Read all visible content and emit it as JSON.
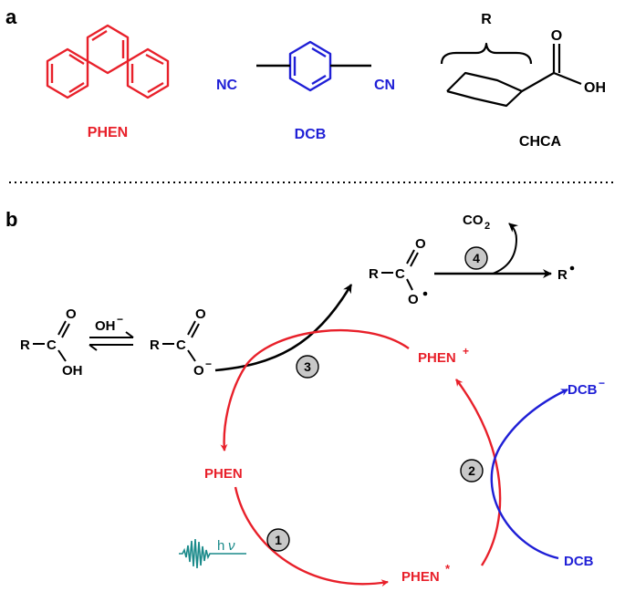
{
  "panels": {
    "a": "a",
    "b": "b"
  },
  "colors": {
    "phen": "#e8202a",
    "dcb": "#1f1fd6",
    "black": "#000000",
    "teal": "#1a8a8a",
    "badge": "#c8c8c8"
  },
  "panel_a": {
    "phen_label": "PHEN",
    "dcb_label": "DCB",
    "dcb_left": "NC",
    "dcb_right": "CN",
    "chca_label": "CHCA",
    "chca_r": "R",
    "chca_o": "O",
    "chca_oh": "OH"
  },
  "panel_b": {
    "acid_r": "R",
    "acid_c": "C",
    "acid_o": "O",
    "acid_oh": "OH",
    "oh_minus": "OH",
    "oh_sup": "−",
    "carbox_r": "R",
    "carbox_c": "C",
    "carbox_o": "O",
    "carbox_ominus": "O",
    "carbox_sup": "−",
    "rad_r": "R",
    "rad_c": "C",
    "rad_o": "O",
    "rad_o2": "O",
    "co2": "CO",
    "co2_sub": "2",
    "r_rad": "R",
    "phen_plus": "PHEN",
    "phen_plus_sup": "+",
    "phen": "PHEN",
    "phen_star": "PHEN",
    "phen_star_sup": "*",
    "dcb_minus": "DCB",
    "dcb_minus_sup": "−",
    "dcb": "DCB",
    "hv_h": "h",
    "hv_v": "ν",
    "steps": [
      "1",
      "2",
      "3",
      "4"
    ]
  }
}
